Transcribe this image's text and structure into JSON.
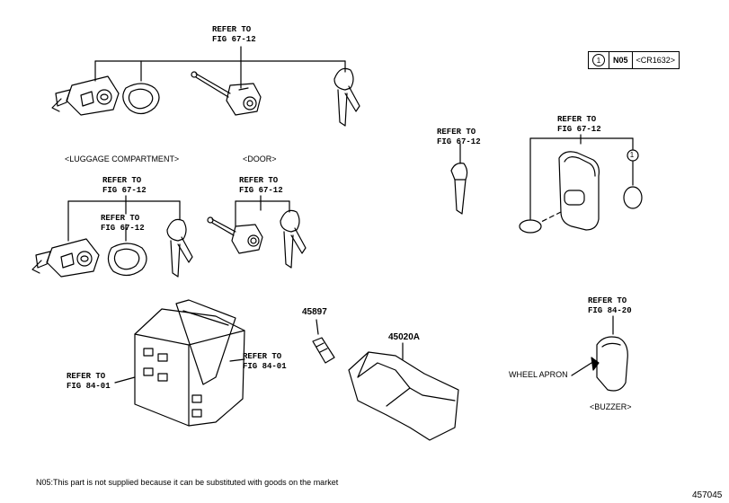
{
  "legend": {
    "symbol": "1",
    "code": "N05",
    "spec": "<CR1632>"
  },
  "refs": {
    "top_main": "REFER TO\nFIG 67-12",
    "lug_main": "REFER TO\nFIG 67-12",
    "lug_sub": "REFER TO\nFIG 67-12",
    "door_main": "REFER TO\nFIG 67-12",
    "key_blank": "REFER TO\nFIG 67-12",
    "remote": "REFER TO\nFIG 67-12",
    "buzzer": "REFER TO\nFIG 84-20",
    "ecu_left": "REFER TO\nFIG 84-01",
    "ecu_right": "REFER TO\nFIG 84-01"
  },
  "captions": {
    "luggage": "<LUGGAGE COMPARTMENT>",
    "door": "<DOOR>",
    "buzzer": "<BUZZER>",
    "wheel_apron": "WHEEL APRON"
  },
  "parts": {
    "p1": "45897",
    "p2": "45020A",
    "battery_symbol": "1"
  },
  "footnote": "N05:This part is not supplied because it can be substituted with goods on the market",
  "diagram_id": "457045"
}
